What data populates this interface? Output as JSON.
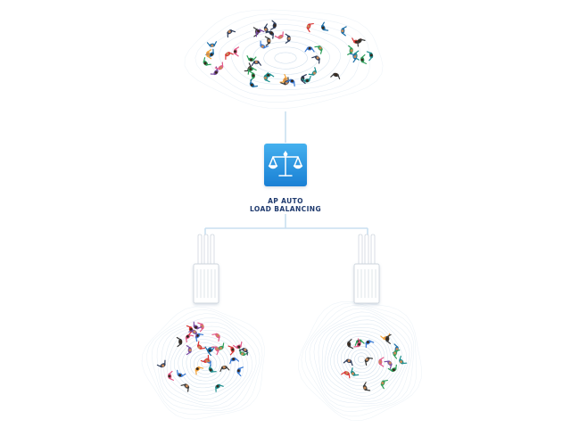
{
  "diagram": {
    "center_label_line1": "AP AUTO",
    "center_label_line2": "LOAD BALANCING",
    "hub_icon": "balance-scale-icon",
    "colors": {
      "hub_top": "#44b0ee",
      "hub_bottom": "#1a7fd4",
      "connector": "#c9dff0",
      "ring": "#b8cfe3",
      "ap_body": "#ffffff",
      "ap_outline": "#d5dbe2",
      "label": "#1f3a6e"
    },
    "crowds": [
      {
        "name": "crowd-unbalanced-top",
        "people": 46
      },
      {
        "name": "crowd-left-access-point",
        "people": 30
      },
      {
        "name": "crowd-right-access-point",
        "people": 18
      }
    ],
    "access_points": [
      {
        "name": "access-point-left",
        "icon": "wireless-access-point-icon"
      },
      {
        "name": "access-point-right",
        "icon": "wireless-access-point-icon"
      }
    ]
  }
}
